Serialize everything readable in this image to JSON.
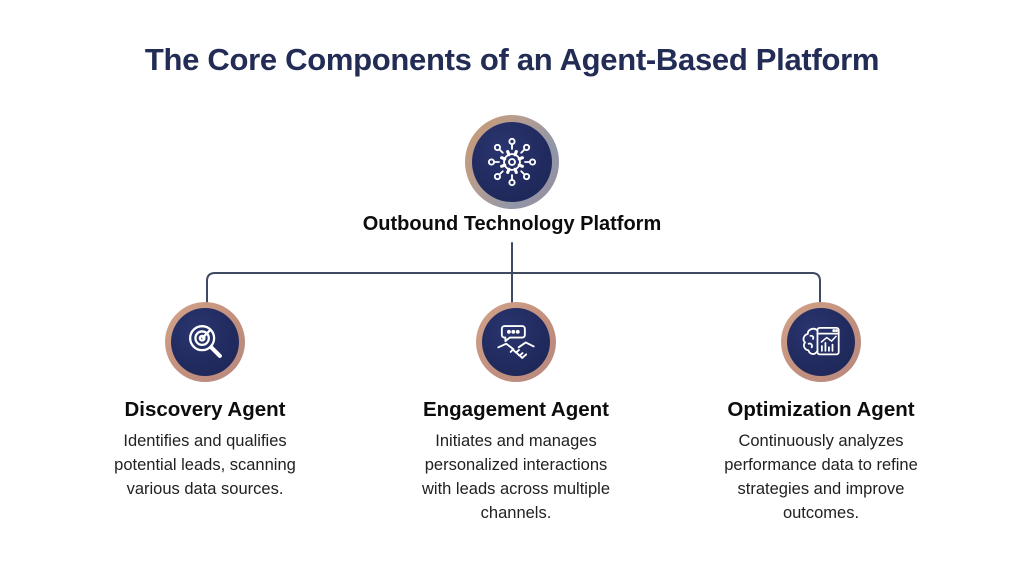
{
  "title": "The Core Components of an Agent-Based Platform",
  "platform": {
    "label": "Outbound Technology Platform",
    "icon": "gear-network-icon"
  },
  "agents": [
    {
      "name": "Discovery Agent",
      "description": "Identifies and qualifies potential leads, scanning various data sources.",
      "icon": "magnifier-target-icon"
    },
    {
      "name": "Engagement Agent",
      "description": "Initiates and manages personalized interactions with leads across multiple channels.",
      "icon": "handshake-chat-icon"
    },
    {
      "name": "Optimization Agent",
      "description": "Continuously analyzes performance data to refine strategies and improve outcomes.",
      "icon": "brain-analytics-icon"
    }
  ],
  "colors": {
    "background": "#ffffff",
    "title_text": "#222c55",
    "node_navy": "#212b5f",
    "ring_copper": "#c79c80",
    "ring_rose": "#c08e7d",
    "connector_line": "#3e4a62",
    "heading_text": "#0c0c0c",
    "body_text": "#212121",
    "icon_stroke": "#ffffff"
  }
}
